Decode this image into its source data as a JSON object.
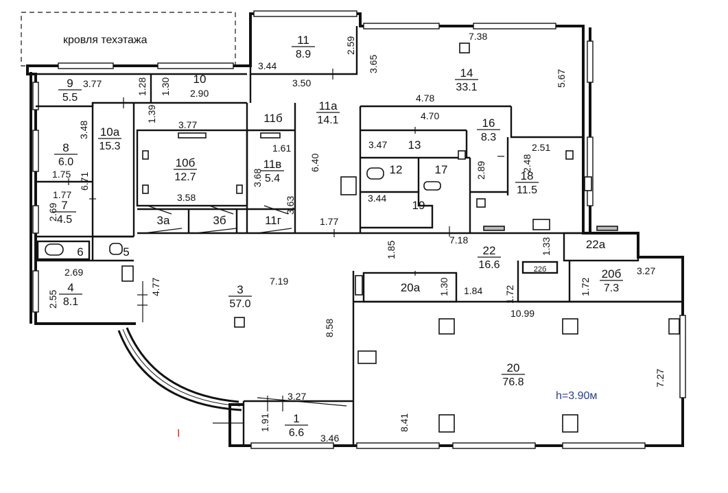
{
  "roof": {
    "label": "кровля   техэтажа"
  },
  "ceiling_note": "h=3.90м",
  "mark": "I",
  "rooms": [
    {
      "id": "r11",
      "num": "11",
      "area": "8.9"
    },
    {
      "id": "r14",
      "num": "14",
      "area": "33.1"
    },
    {
      "id": "r9",
      "num": "9",
      "area": "5.5"
    },
    {
      "id": "r10",
      "num": "10"
    },
    {
      "id": "r10a",
      "num": "10а",
      "area": "15.3"
    },
    {
      "id": "r11a",
      "num": "11а",
      "area": "14.1"
    },
    {
      "id": "r11b",
      "num": "11б"
    },
    {
      "id": "r8",
      "num": "8",
      "area": "6.0"
    },
    {
      "id": "r10b",
      "num": "10б",
      "area": "12.7"
    },
    {
      "id": "r11v",
      "num": "11в",
      "area": "5.4"
    },
    {
      "id": "r16",
      "num": "16",
      "area": "8.3"
    },
    {
      "id": "r13",
      "num": "13"
    },
    {
      "id": "r12",
      "num": "12"
    },
    {
      "id": "r17",
      "num": "17"
    },
    {
      "id": "r18",
      "num": "18",
      "area": "11.5"
    },
    {
      "id": "r19",
      "num": "19"
    },
    {
      "id": "r7",
      "num": "7",
      "area": "4.5"
    },
    {
      "id": "r3a",
      "num": "3а"
    },
    {
      "id": "r3b",
      "num": "3б"
    },
    {
      "id": "r11g",
      "num": "11г"
    },
    {
      "id": "r6",
      "num": "6"
    },
    {
      "id": "r5",
      "num": "5"
    },
    {
      "id": "r22",
      "num": "22",
      "area": "16.6"
    },
    {
      "id": "r22a",
      "num": "22а"
    },
    {
      "id": "r4",
      "num": "4",
      "area": "8.1"
    },
    {
      "id": "r3",
      "num": "3",
      "area": "57.0"
    },
    {
      "id": "r20a",
      "num": "20а"
    },
    {
      "id": "r20b",
      "num": "20б",
      "area": "7.3"
    },
    {
      "id": "r20",
      "num": "20",
      "area": "76.8"
    },
    {
      "id": "r1",
      "num": "1",
      "area": "6.6"
    },
    {
      "id": "r22b",
      "num": "22б"
    }
  ],
  "dims": [
    "2.59",
    "7.38",
    "3.44",
    "3.65",
    "3.50",
    "5.67",
    "3.77",
    "1.28",
    "1.30",
    "2.90",
    "4.78",
    "1.39",
    "4.70",
    "3.48",
    "3.77",
    "3.47",
    "2.51",
    "1.61",
    "6.40",
    "2.89",
    "2.48",
    "1.75",
    "6.71",
    "3.68",
    "3.63",
    "1.77",
    "3.58",
    "3.44",
    "2.69",
    "1.77",
    "7.18",
    "1.85",
    "1.33",
    "2.69",
    "4.77",
    "3.27",
    "2.55",
    "1.72",
    "1.30",
    "1.84",
    "1.72",
    "7.19",
    "10.99",
    "8.58",
    "7.27",
    "3.27",
    "1.91",
    "8.41",
    "3.46"
  ]
}
